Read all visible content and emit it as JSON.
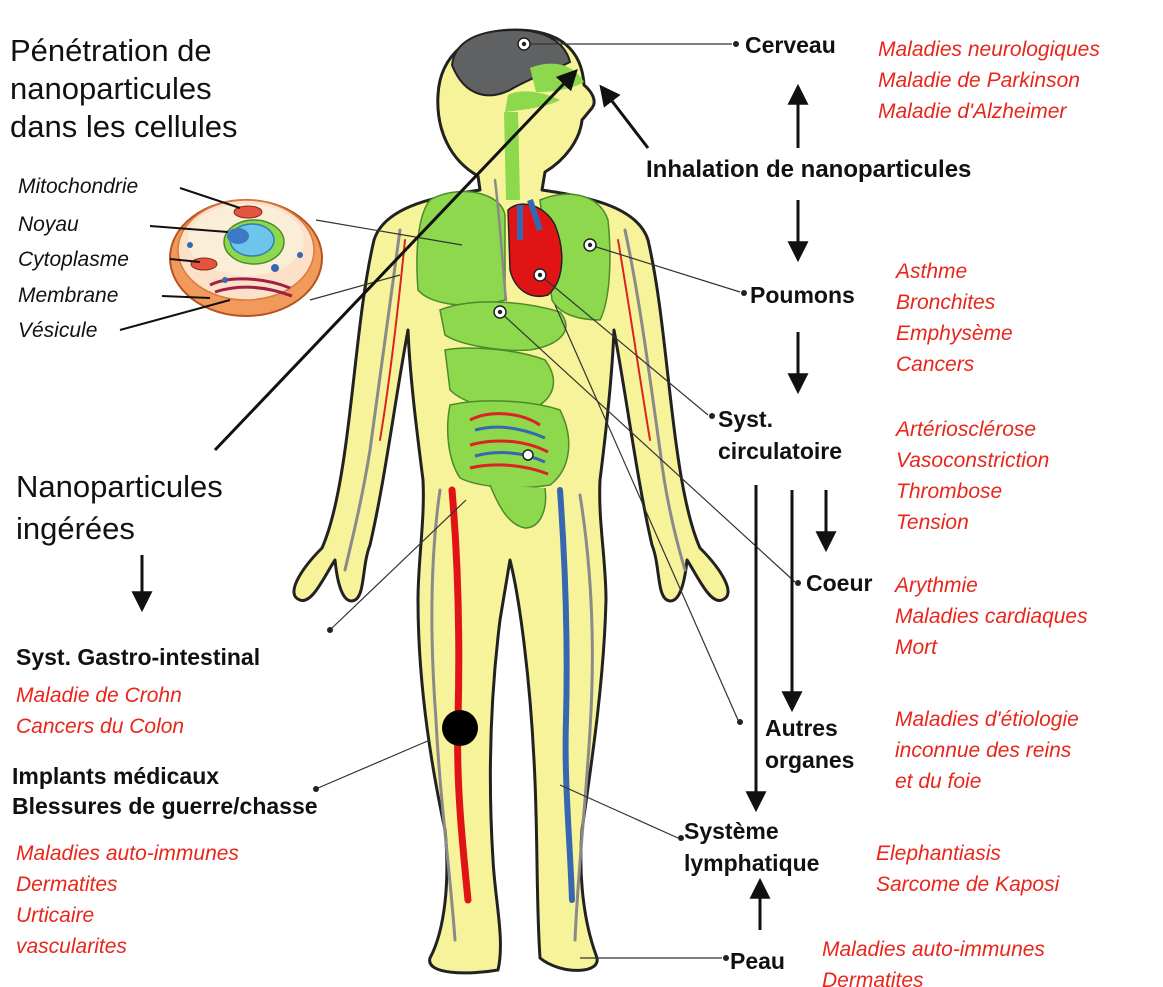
{
  "title": "Pénétration de nanoparticules dans les cellules",
  "cell_parts": [
    "Mitochondrie",
    "Noyau",
    "Cytoplasme",
    "Membrane",
    "Vésicule"
  ],
  "inhalation": "Inhalation de nanoparticules",
  "ingestion": [
    "Nanoparticules",
    "ingérées"
  ],
  "organs": {
    "cerveau": "Cerveau",
    "poumons": "Poumons",
    "circulatoire": [
      "Syst.",
      "circulatoire"
    ],
    "coeur": "Coeur",
    "autres": [
      "Autres",
      "organes"
    ],
    "lymphatique": [
      "Système",
      "lymphatique"
    ],
    "peau": "Peau",
    "gastro": "Syst. Gastro-intestinal",
    "implants": [
      "Implants médicaux",
      "Blessures de guerre/chasse"
    ]
  },
  "diseases": {
    "cerveau": [
      "Maladies neurologiques",
      "Maladie de Parkinson",
      "Maladie d'Alzheimer"
    ],
    "poumons": [
      "Asthme",
      "Bronchites",
      "Emphysème",
      "Cancers"
    ],
    "circulatoire": [
      "Artériosclérose",
      "Vasoconstriction",
      "Thrombose",
      "Tension"
    ],
    "coeur": [
      "Arythmie",
      "Maladies cardiaques",
      "Mort"
    ],
    "autres": [
      "Maladies d'étiologie",
      "inconnue des reins",
      "et du foie"
    ],
    "lymphatique": [
      "Elephantiasis",
      "Sarcome de Kaposi"
    ],
    "peau": [
      "Maladies auto-immunes",
      "Dermatites"
    ],
    "gastro": [
      "Maladie de Crohn",
      "Cancers du Colon"
    ],
    "implants": [
      "Maladies auto-immunes",
      "Dermatites",
      "Urticaire",
      "vascularites"
    ]
  },
  "colors": {
    "body_fill": "#f7f39a",
    "body_stroke": "#222222",
    "organ_green": "#8ed84e",
    "brain_gray": "#5f6163",
    "heart_red": "#e01414",
    "vessel_blue": "#3568b0",
    "disease_red": "#e8261b",
    "cell_orange": "#f29a5c"
  }
}
